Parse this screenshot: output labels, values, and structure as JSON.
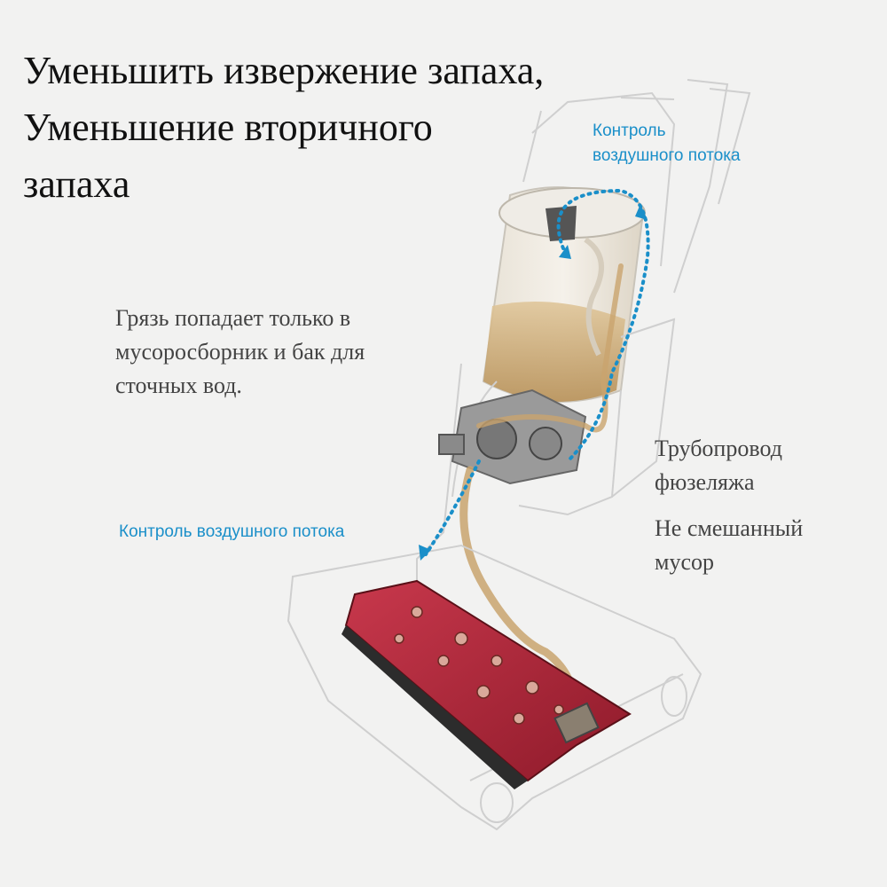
{
  "headline": {
    "line1": "Уменьшить извержение запаха,",
    "line2": "Уменьшение вторичного",
    "line3": "запаха"
  },
  "description": {
    "line1": "Грязь попадает только в",
    "line2": "мусоросборник и бак для",
    "line3": "сточных вод."
  },
  "airflow_top": {
    "line1": "Контроль",
    "line2": "воздушного потока"
  },
  "airflow_bottom": "Контроль воздушного потока",
  "note_pipeline": {
    "line1": "Трубопровод",
    "line2": "фюзеляжа"
  },
  "note_debris": {
    "line1": "Не смешанный",
    "line2": "мусор"
  },
  "colors": {
    "accent_blue": "#1a8fc9",
    "tray_red": "#b5243a",
    "dirty_water": "#c9a46e",
    "background": "#f2f2f1"
  }
}
